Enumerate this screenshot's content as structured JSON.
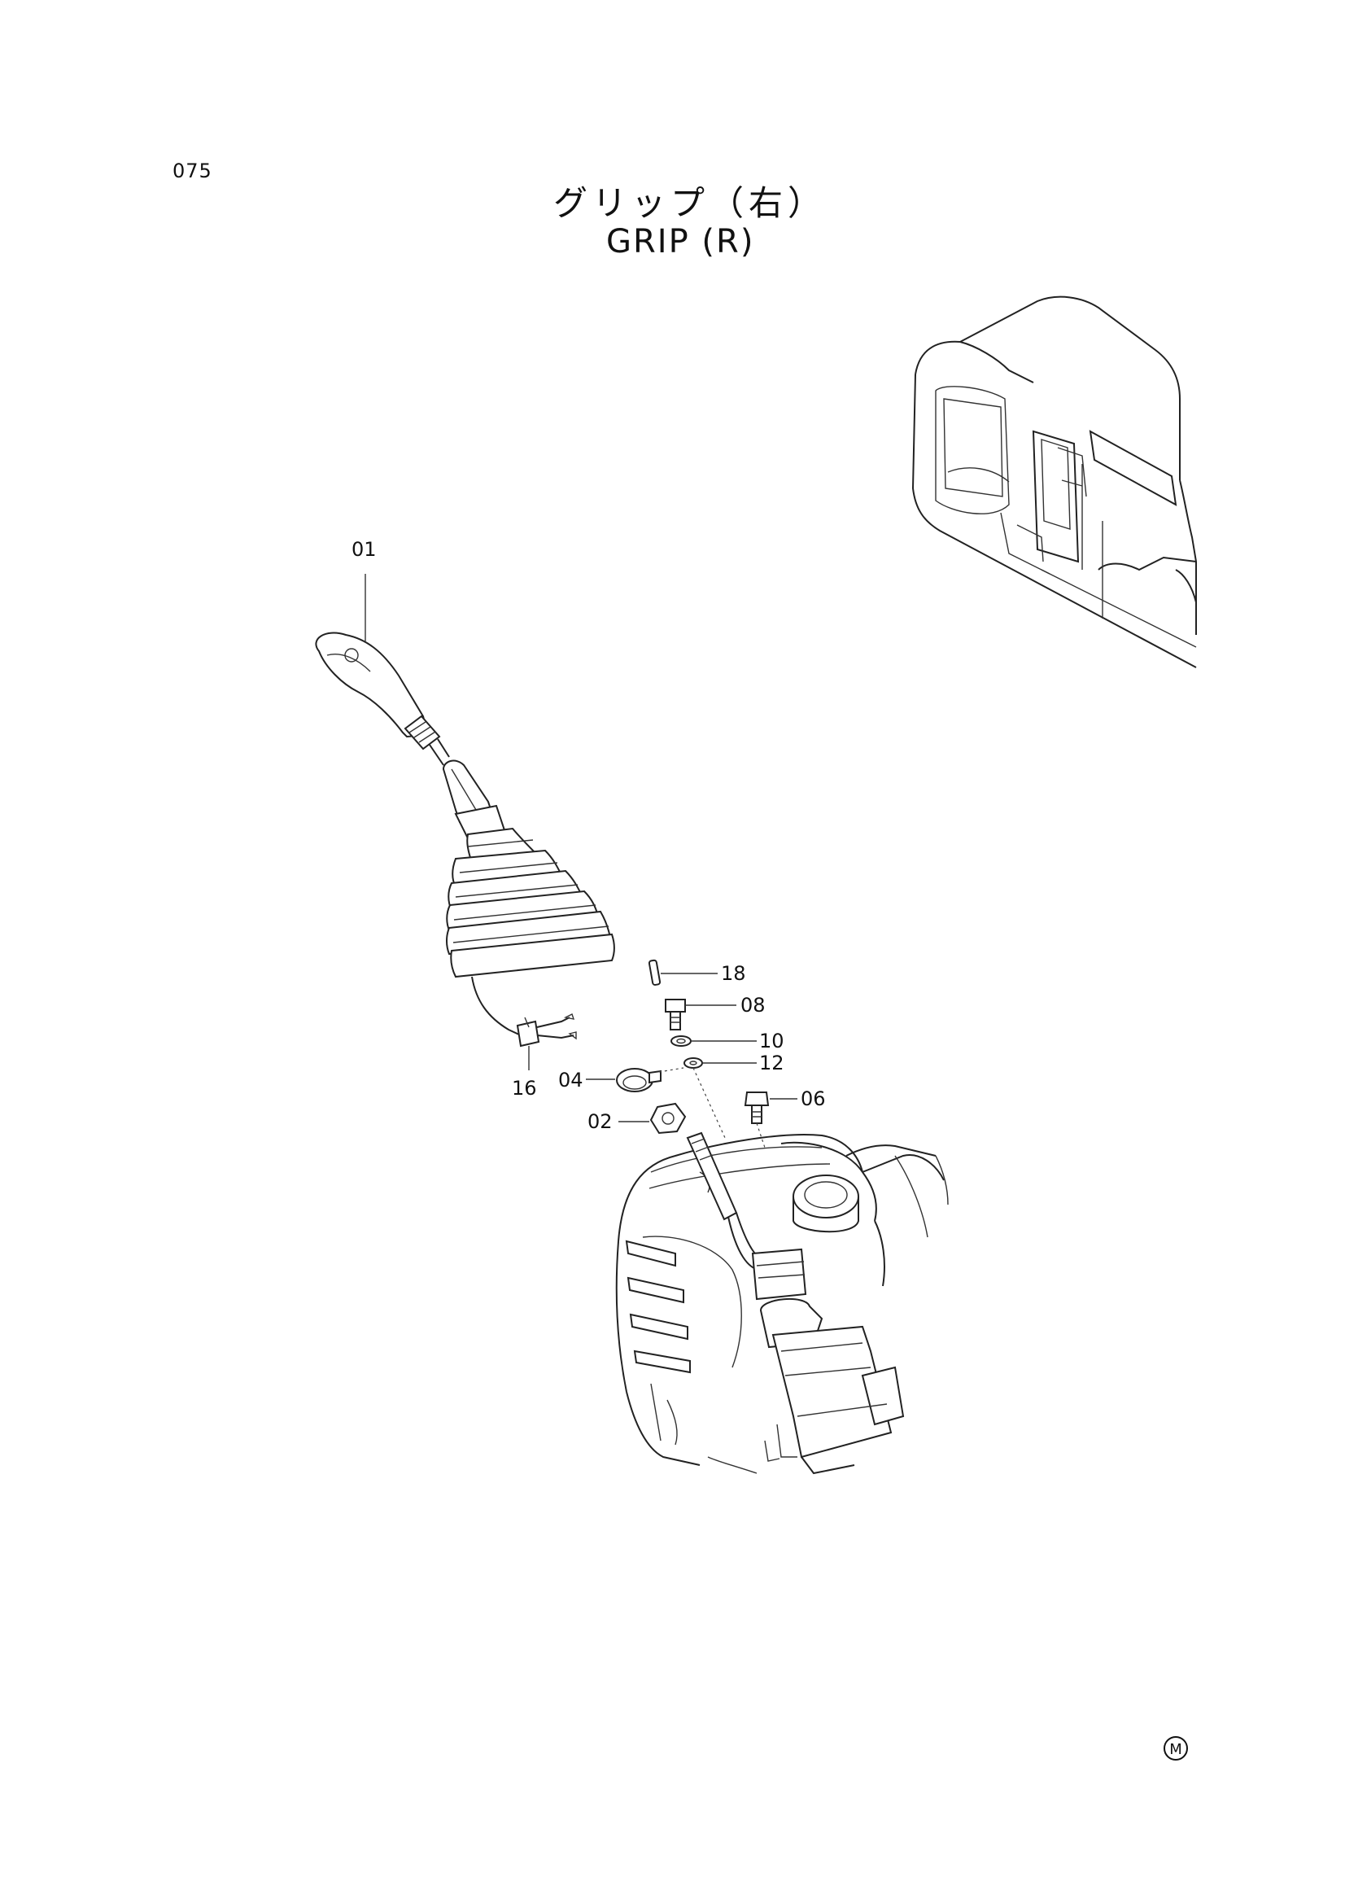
{
  "page": {
    "number": "075",
    "title_jp": "グリップ（右）",
    "title_en": "GRIP (R)",
    "mark": "M"
  },
  "callouts": [
    {
      "id": "01",
      "label": "01"
    },
    {
      "id": "16",
      "label": "16"
    },
    {
      "id": "18",
      "label": "18"
    },
    {
      "id": "08",
      "label": "08"
    },
    {
      "id": "10",
      "label": "10"
    },
    {
      "id": "12",
      "label": "12"
    },
    {
      "id": "04",
      "label": "04"
    },
    {
      "id": "06",
      "label": "06"
    },
    {
      "id": "02",
      "label": "02"
    }
  ]
}
